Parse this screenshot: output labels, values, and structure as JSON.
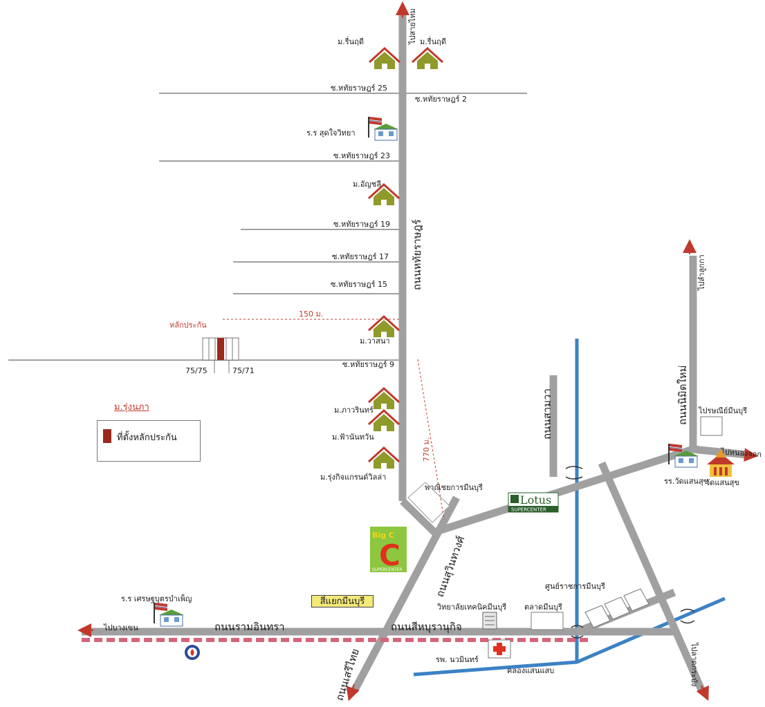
{
  "roads": {
    "main_vertical": "ถนนหทัยราษฎร์",
    "suwinthawong": "ถนนสุวินทวงศ์",
    "ramindra": "ถนนรามอินทรา",
    "sihaburanukit": "ถนนสีหบุรานุกิจ",
    "serithai": "ถนนเสรีไทย",
    "samwa": "ถนนสามวา",
    "nimit_mai": "ถนนนิมิตใหม่"
  },
  "directions": {
    "to_saimai": "ไปสายไหม",
    "to_bangkhen": "ไปบางเขน",
    "to_lamlukka": "ไปลำลูกกา",
    "to_nongchok": "ไปหนองจอก",
    "to_lat_krabang": "ไปลาดกระบัง"
  },
  "sois": [
    {
      "label": "ซ.หทัยราษฎร์",
      "num": "25"
    },
    {
      "label": "ซ.หทัยราษฎร์",
      "num": "2"
    },
    {
      "label": "ซ.หทัยราษฎร์",
      "num": "23"
    },
    {
      "label": "ซ.หทัยราษฎร์",
      "num": "19"
    },
    {
      "label": "ซ.หทัยราษฎร์",
      "num": "17"
    },
    {
      "label": "ซ.หทัยราษฎร์",
      "num": "15"
    },
    {
      "label": "ซ.หทัยราษฎร์",
      "num": "9"
    }
  ],
  "villages": {
    "rin_rudee_1": "ม.รื่นฤดี",
    "rin_rudee_2": "ม.รื่นฤดี",
    "anchalee": "ม.อัญชลี",
    "wasana": "ม.วาสนา",
    "pawarin": "ม.ภาวรินทร์",
    "fanunthawan": "ม.ฟ้านันทวัน",
    "rungkit": "ม.รุ่งกิจแกรนด์วิลล่า"
  },
  "places": {
    "school_sudjai": "ร.ร สุดใจวิทยา",
    "school_setthabut": "ร.ร เศรษฐบุตรบำเพ็ญ",
    "commerce_college": "พาณิชยการมีนบุรี",
    "lotus_main": "Lotus",
    "lotus_sub": "SUPERCENTER",
    "bigc_main": "Big C",
    "bigc_sub": "SUPERCENTER",
    "tech_college": "วิทยาลัยเทคนิคมีนบุรี",
    "market": "ตลาดมีนบุรี",
    "gov_center": "ศูนย์ราชการมีนบุรี",
    "hospital": "รพ. นวมินทร์",
    "canal": "คลองแสนแสบ",
    "post_office": "ไปรษณีย์มีนบุรี",
    "school_wat": "รร.วัดแสนสุข",
    "temple": "วัดแสนสุข",
    "intersection": "สี่แยกมีนบุรี"
  },
  "collateral": {
    "label": "หลักประกัน",
    "lot_left": "75/75",
    "lot_right": "75/71"
  },
  "distances": {
    "horizontal": "150 ม.",
    "vertical": "770 ม."
  },
  "legend": {
    "title": "ม.รุ่งนภา",
    "item": "ที่ตั้งหลักประกัน",
    "swatch_color": "#9a2a1c"
  },
  "colors": {
    "road": "#a0a0a0",
    "canal": "#3b82c4",
    "arrow": "#c0392b",
    "house": "#8f9a2a",
    "roof": "#c0392b"
  }
}
